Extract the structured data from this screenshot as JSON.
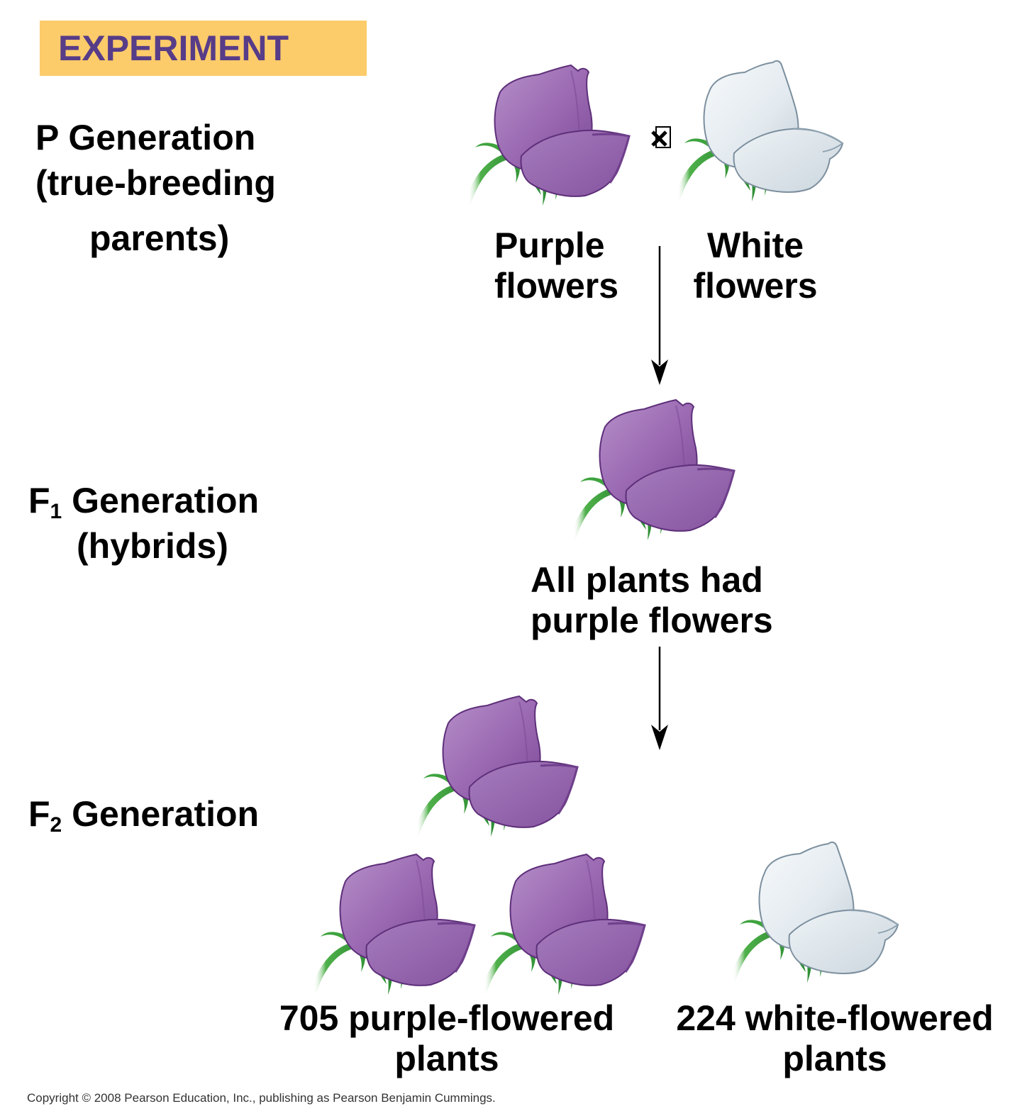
{
  "banner": {
    "label": "EXPERIMENT",
    "bg_color": "#fccb6a",
    "text_color": "#573c88"
  },
  "generations": {
    "p": {
      "line1": "P Generation",
      "line2": "(true-breeding",
      "line3": "parents)"
    },
    "f1": {
      "prefix": "F",
      "subscript": "1",
      "line1_rest": " Generation",
      "line2": "(hybrids)"
    },
    "f2": {
      "prefix": "F",
      "subscript": "2",
      "line1_rest": " Generation"
    }
  },
  "p_parents": {
    "purple": {
      "line1": "Purple",
      "line2": "flowers",
      "color": "purple"
    },
    "white": {
      "line1": "White",
      "line2": "flowers",
      "color": "white"
    },
    "cross_symbol": "×"
  },
  "f1_result": {
    "line1": "All plants had",
    "line2": "purple flowers"
  },
  "f2_result": {
    "purple": {
      "count": 705,
      "line1": "705 purple-flowered",
      "line2": "plants"
    },
    "white": {
      "count": 224,
      "line1": "224 white-flowered",
      "line2": "plants"
    }
  },
  "colors": {
    "purple_petal": "#9c6bb3",
    "purple_petal_dark": "#7d4b98",
    "purple_outline": "#5e2f7a",
    "white_petal": "#e8eef2",
    "white_petal_dark": "#c9d4dc",
    "white_outline": "#7c8f9e",
    "stem": "#3ea33e"
  },
  "copyright": "Copyright © 2008 Pearson Education, Inc., publishing as Pearson Benjamin Cummings."
}
